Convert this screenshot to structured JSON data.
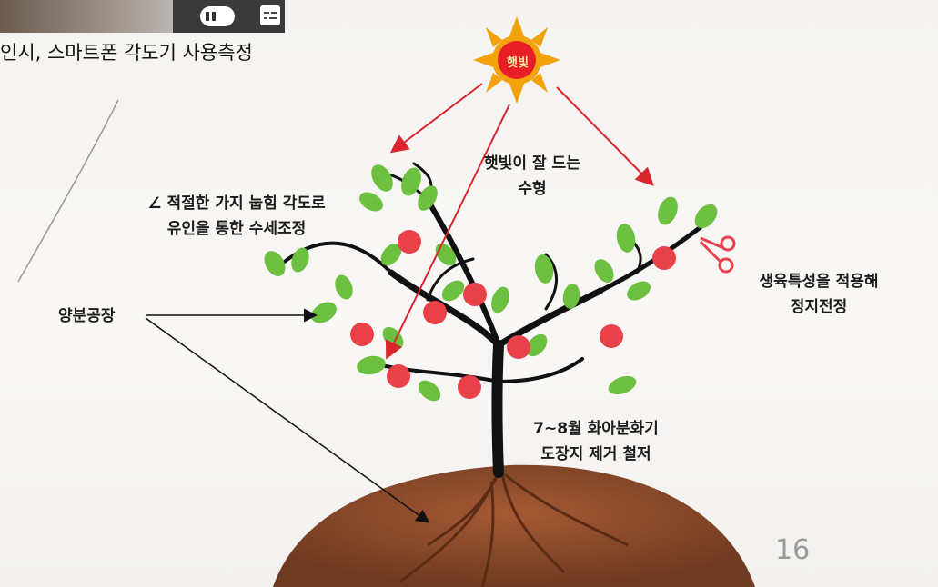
{
  "video_bar": {
    "pause_label": "pause",
    "captions_label": "captions"
  },
  "caption": "인시, 스마트폰 각도기 사용측정",
  "slide": {
    "sun_label": "햇빛",
    "labels": {
      "sunlight_shape_1": "햇빛이 잘 드는",
      "sunlight_shape_2": "수형",
      "branch_angle_1": "∠ 적절한 가지 눕힘 각도로",
      "branch_angle_2": "유인을 통한 수세조정",
      "nutrient_factory": "양분공장",
      "pruning_1": "생육특성을 적용해",
      "pruning_2": "정지전정",
      "summer_1": "7~8월 화아분화기",
      "summer_2": "도장지 제거 철저"
    },
    "page_number": "16"
  },
  "colors": {
    "sun": "#f2a20a",
    "sun_core": "#e61e25",
    "arrow_red": "#d9262c",
    "leaf": "#6cbf3f",
    "apple": "#e8414a",
    "soil": "#8a4a2a",
    "trunk": "#111111"
  }
}
